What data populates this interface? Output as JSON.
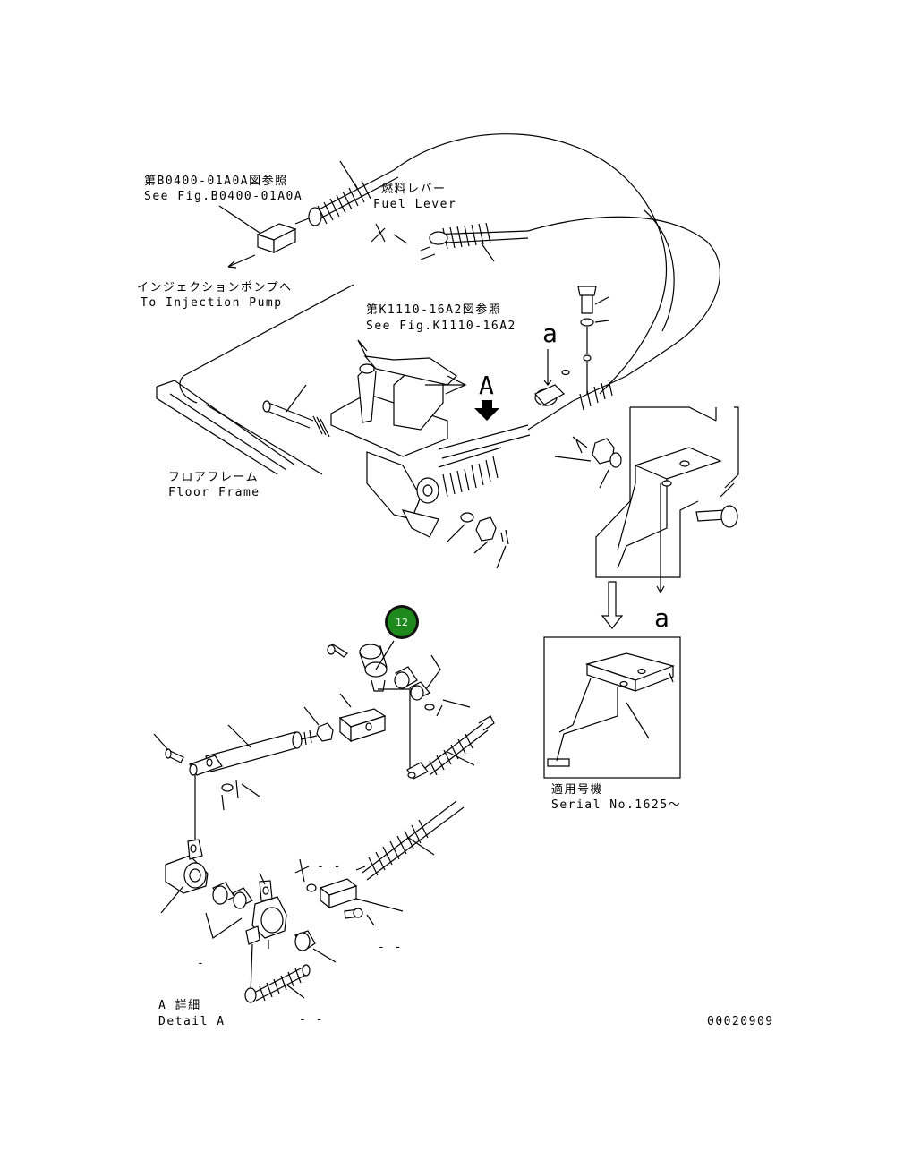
{
  "labels": {
    "ref_b0400_jp": "第B0400-01A0A図参照",
    "ref_b0400_en": "See Fig.B0400-01A0A",
    "fuel_lever_jp": "燃料レバー",
    "fuel_lever_en": "Fuel Lever",
    "injection_pump_jp": "インジェクションポンプへ",
    "injection_pump_en": "To Injection Pump",
    "ref_k1110_jp": "第K1110-16A2図参照",
    "ref_k1110_en": "See Fig.K1110-16A2",
    "floor_frame_jp": "フロアフレーム",
    "floor_frame_en": "Floor Frame",
    "view_a": "A",
    "section_a_upper": "a",
    "section_a_lower": "a",
    "applicable_jp": "適用号機",
    "serial_en": "Serial No.1625～",
    "detail_a_jp": "A 詳細",
    "detail_a_en": "Detail A",
    "drawing_number": "00020909",
    "dash_1": "- -",
    "dash_2": "-",
    "dash_3": "- -",
    "dash_4": "- -"
  },
  "callout": {
    "number": "12",
    "color": "#1e8a1e",
    "ring_color": "#111111"
  }
}
